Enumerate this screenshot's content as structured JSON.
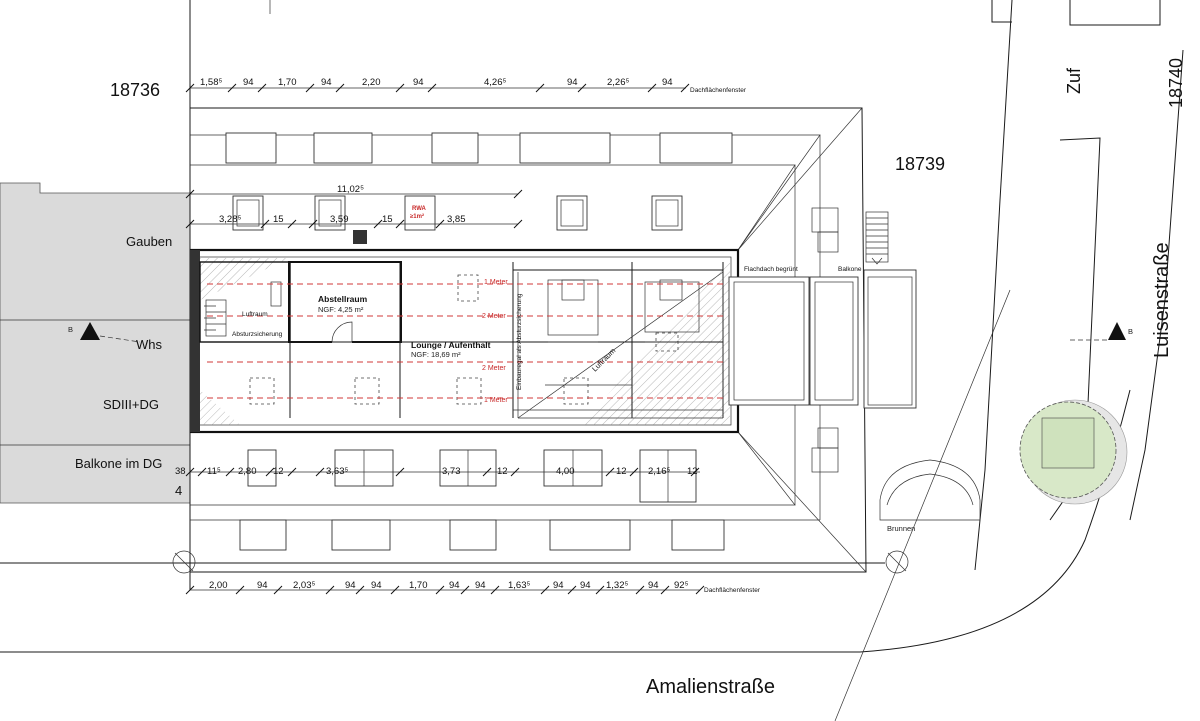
{
  "parcels": {
    "p18736": "18736",
    "p18739": "18739",
    "p18740": "18740"
  },
  "streets": {
    "amalien": "Amalienstraße",
    "luisen": "Luisenstraße",
    "zuf": "Zuf"
  },
  "labels": {
    "gauben": "Gauben",
    "whs": "Whs",
    "sdiii": "SDIII+DG",
    "balkone_dg": "Balkone im DG",
    "four": "4",
    "brunnen": "Brunnen",
    "flachdach": "Flachdach begrünt",
    "balkone": "Balkone",
    "section_b_left": "B",
    "section_b_right": "B",
    "rwa_1": "RWA",
    "rwa_2": "≥1m²",
    "luftraum_small": "Luftraum",
    "absturz_small": "Absturzsicherung",
    "luftraum_big": "Luftraum",
    "einbau": "Einbauregal als Absturzsicherung"
  },
  "rooms": {
    "abstell_name": "Abstellraum",
    "abstell_area": "NGF:   4,25 m²",
    "lounge_name": "Lounge / Aufenthalt",
    "lounge_area": "NGF:            18,69 m²"
  },
  "meter_marks": {
    "top1": "1 Meter",
    "top2": "2 Meter",
    "bot2": "2 Meter",
    "bot1": "1 Meter"
  },
  "dims_top": [
    "1,58⁵",
    "94",
    "1,70",
    "94",
    "2,20",
    "94",
    "4,26⁵",
    "94",
    "2,26⁵",
    "94"
  ],
  "dims_top_note": "Dachflächenfenster",
  "dims_upper": {
    "total": "11,02⁵",
    "a": "3,28⁵",
    "b": "15",
    "c": "3,59",
    "d": "15",
    "e": "3,85"
  },
  "dims_lower": [
    "38",
    "11⁵",
    "2,80",
    "12",
    "3,63⁵",
    "3,73",
    "12",
    "4,00",
    "12",
    "2,16⁵",
    "12"
  ],
  "dims_bottom": [
    "2,00",
    "94",
    "2,03⁵",
    "94",
    "94",
    "1,70",
    "94",
    "94",
    "1,63⁵",
    "94",
    "94",
    "1,32⁵",
    "94",
    "92⁵"
  ],
  "dims_bottom_note": "Dachflächenfenster",
  "colors": {
    "neighbour": "#dadada",
    "tree": "#d8e8c8",
    "red": "#d23a3a"
  }
}
